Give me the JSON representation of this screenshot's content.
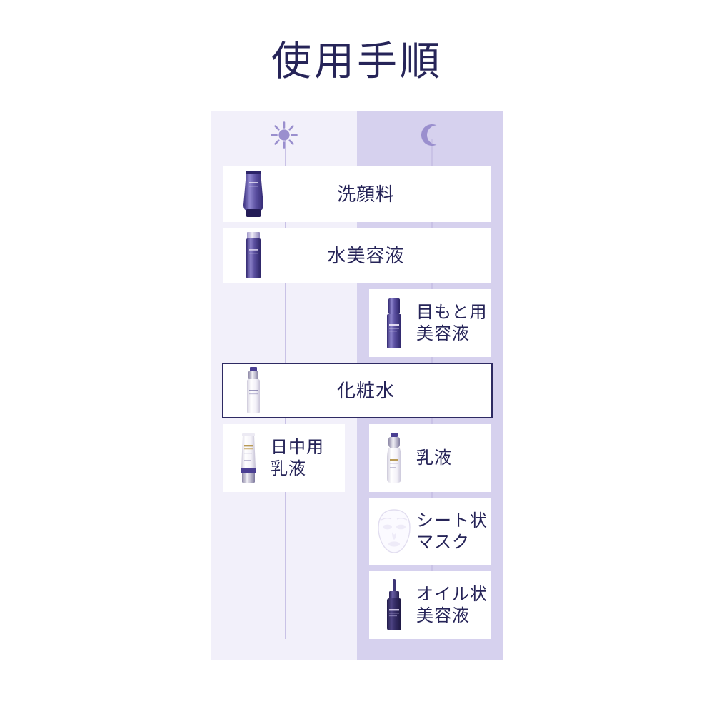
{
  "page": {
    "title": "使用手順",
    "background_color": "#ffffff",
    "text_color": "#262458"
  },
  "panel": {
    "columns": [
      {
        "key": "day",
        "icon": "sun-icon",
        "background_color": "#f2f0fa"
      },
      {
        "key": "night",
        "icon": "moon-icon",
        "background_color": "#d6d1ee"
      }
    ],
    "accent_color": "#2e2a63",
    "connector_color": "#c9c2e6"
  },
  "steps": [
    {
      "span": "full",
      "label": "洗顔料",
      "product": "cleansing-tube",
      "highlighted": false
    },
    {
      "span": "full",
      "label": "水美容液",
      "product": "purple-bottle",
      "highlighted": false
    },
    {
      "span": "night",
      "label": "目もと用\n美容液",
      "product": "eye-serum-bottle",
      "highlighted": false
    },
    {
      "span": "full",
      "label": "化粧水",
      "product": "lotion-bottle",
      "highlighted": true
    },
    {
      "span": "day",
      "label": "日中用\n乳液",
      "product": "day-emulsion-tube",
      "highlighted": false
    },
    {
      "span": "night",
      "label": "乳液",
      "product": "emulsion-bottle",
      "highlighted": false
    },
    {
      "span": "night",
      "label": "シート状\nマスク",
      "product": "sheet-mask",
      "highlighted": false
    },
    {
      "span": "night",
      "label": "オイル状\n美容液",
      "product": "oil-serum-dropper",
      "highlighted": false
    }
  ]
}
